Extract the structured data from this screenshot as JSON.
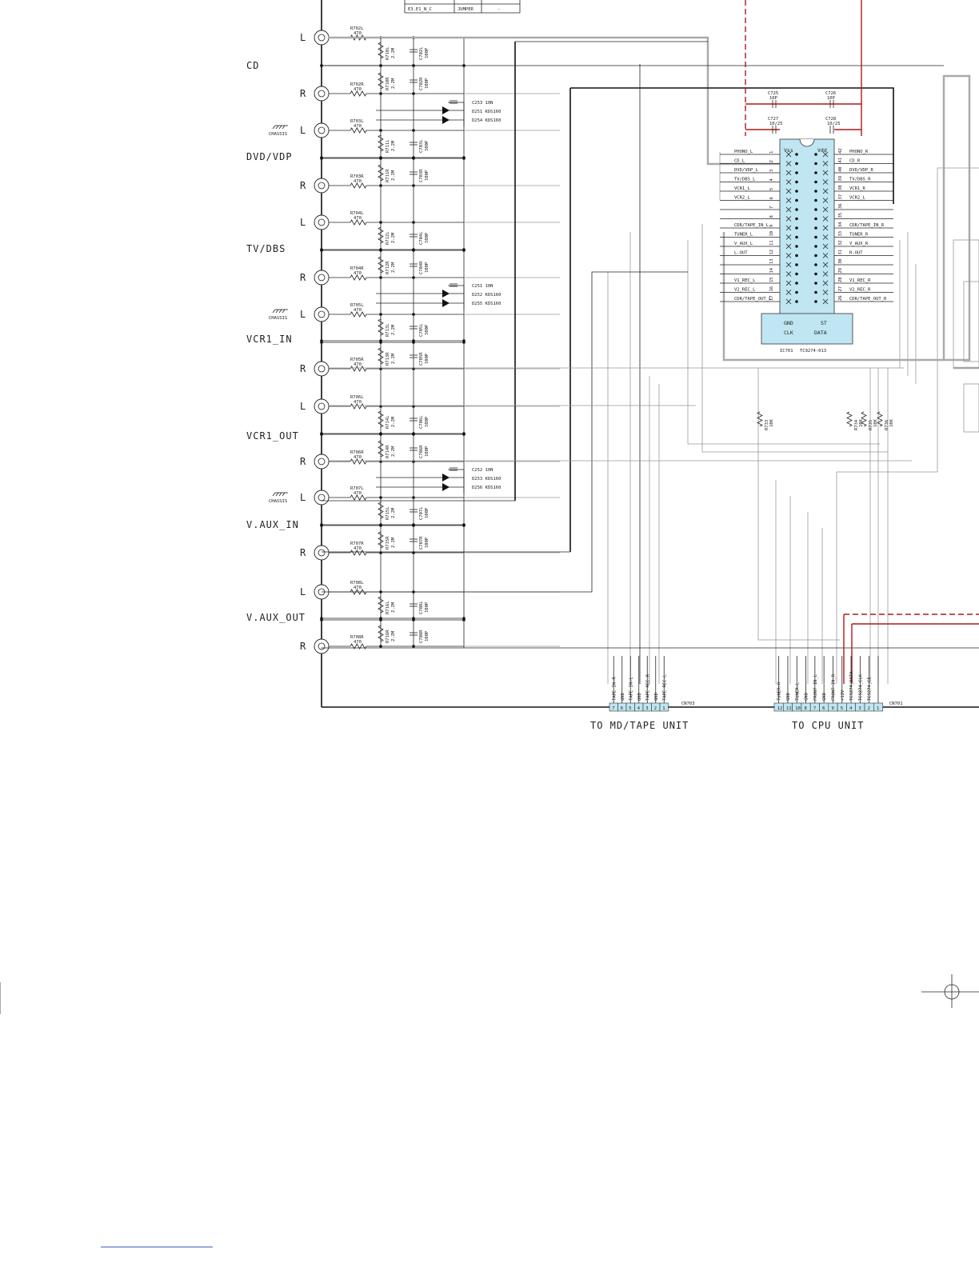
{
  "table_rows": [
    {
      "name": "E3.E1_N_C",
      "part": "JUMPER",
      "value": "-"
    }
  ],
  "input_groups": [
    {
      "label": "CD",
      "channels": [
        {
          "ch": "L",
          "r1": "R702L",
          "r1v": "470",
          "r2": "R710L",
          "r2v": "2.2M",
          "c": "C702L",
          "cv": "100P"
        },
        {
          "ch": "R",
          "r1": "R702R",
          "r1v": "470",
          "r2": "R710R",
          "r2v": "2.2M",
          "c": "C702R",
          "cv": "100P"
        }
      ]
    },
    {
      "label": "DVD/VDP",
      "channels": [
        {
          "ch": "L",
          "r1": "R703L",
          "r1v": "470",
          "r2": "R711L",
          "r2v": "2.2M",
          "c": "C703L",
          "cv": "100P"
        },
        {
          "ch": "R",
          "r1": "R703R",
          "r1v": "470",
          "r2": "R711R",
          "r2v": "2.2M",
          "c": "C703R",
          "cv": "100P"
        }
      ]
    },
    {
      "label": "TV/DBS",
      "channels": [
        {
          "ch": "L",
          "r1": "R704L",
          "r1v": "470",
          "r2": "R712L",
          "r2v": "2.2M",
          "c": "C704L",
          "cv": "100P"
        },
        {
          "ch": "R",
          "r1": "R704R",
          "r1v": "470",
          "r2": "R712R",
          "r2v": "2.2M",
          "c": "C704R",
          "cv": "100P"
        }
      ]
    },
    {
      "label": "VCR1_IN",
      "channels": [
        {
          "ch": "L",
          "r1": "R705L",
          "r1v": "470",
          "r2": "R713L",
          "r2v": "2.2M",
          "c": "C705L",
          "cv": "100P"
        },
        {
          "ch": "R",
          "r1": "R705R",
          "r1v": "470",
          "r2": "R713R",
          "r2v": "2.2M",
          "c": "C705R",
          "cv": "100P"
        }
      ]
    },
    {
      "label": "VCR1_OUT",
      "channels": [
        {
          "ch": "L",
          "r1": "R706L",
          "r1v": "470",
          "r2": "R714L",
          "r2v": "2.2M",
          "c": "C706L",
          "cv": "100P"
        },
        {
          "ch": "R",
          "r1": "R706R",
          "r1v": "470",
          "r2": "R714R",
          "r2v": "2.2M",
          "c": "C706R",
          "cv": "100P"
        }
      ]
    },
    {
      "label": "V.AUX_IN",
      "channels": [
        {
          "ch": "L",
          "r1": "R707L",
          "r1v": "470",
          "r2": "R715L",
          "r2v": "2.2M",
          "c": "C707L",
          "cv": "100P"
        },
        {
          "ch": "R",
          "r1": "R707R",
          "r1v": "470",
          "r2": "R715R",
          "r2v": "2.2M",
          "c": "C707R",
          "cv": "100P"
        }
      ]
    },
    {
      "label": "V.AUX_OUT",
      "channels": [
        {
          "ch": "L",
          "r1": "R708L",
          "r1v": "470",
          "r2": "R716L",
          "r2v": "2.2M",
          "c": "C708L",
          "cv": "100P"
        },
        {
          "ch": "R",
          "r1": "R708R",
          "r1v": "470",
          "r2": "R716R",
          "r2v": "2.2M",
          "c": "C708R",
          "cv": "100P"
        }
      ]
    }
  ],
  "chassis_label": "CHASSIS",
  "protection": [
    {
      "cap": "C253",
      "cap_v": "10N",
      "d1": "D251",
      "d2": "D254",
      "dtype": "KDS160"
    },
    {
      "cap": "C251",
      "cap_v": "10N",
      "d1": "D252",
      "d2": "D255",
      "dtype": "KDS160"
    },
    {
      "cap": "C252",
      "cap_v": "10N",
      "d1": "D253",
      "d2": "D256",
      "dtype": "KDS160"
    }
  ],
  "ic": {
    "ref": "IC701",
    "part": "TC9274-013",
    "top_left": "Vss",
    "top_right": "Vdd",
    "bottom_left_1": "GND",
    "bottom_left_2": "CLK",
    "bottom_right_1": "ST",
    "bottom_right_2": "DATA",
    "left_pins": [
      "PHONO_L",
      "CD_L",
      "DVD/VDP_L",
      "TV/DBS_L",
      "VCR1_L",
      "VCR2_L",
      "",
      "",
      "CDR/TAPE_IN_L",
      "TUNER_L",
      "V_AUX_L",
      "L-OUT",
      "",
      "",
      "V1_REC_L",
      "V2_REC_L",
      "CDR/TAPE_OUT_L"
    ],
    "right_pins": [
      "PHONO_R",
      "CD_R",
      "DVD/VDP_R",
      "TV/DBS_R",
      "VCR1_R",
      "VCR2_L",
      "",
      "",
      "CDR/TAPE_IN_R",
      "TUNER_R",
      "V_AUX_R",
      "R-OUT",
      "",
      "",
      "V1_REC_R",
      "V2_REC_R",
      "CDR/TAPE_OUT_R"
    ]
  },
  "top_caps": [
    {
      "ref": "C725",
      "val": "10P"
    },
    {
      "ref": "C726",
      "val": "10P"
    },
    {
      "ref": "C727",
      "val": "10/25"
    },
    {
      "ref": "C728",
      "val": "10/25"
    }
  ],
  "pullups": [
    {
      "ref": "R733",
      "val": "10K"
    },
    {
      "ref": "R734",
      "val": "10K"
    },
    {
      "ref": "R735",
      "val": "10K"
    },
    {
      "ref": "R736",
      "val": "10K"
    }
  ],
  "cn703": {
    "ref": "CN703",
    "pins": [
      "TAPE IN-R",
      "GND",
      "TAPE IN-L",
      "GND",
      "TAPE REC-R",
      "GND",
      "TAPE REC-L"
    ],
    "numbers": [
      "7",
      "6",
      "5",
      "4",
      "3",
      "2",
      "1"
    ],
    "caption": "TO MD/TAPE UNIT"
  },
  "cn701": {
    "ref": "CN701",
    "pins": [
      "TUNER-R",
      "GND",
      "TUNER-L",
      "GND",
      "FRONT IN_L",
      "GND",
      "FRONT IN_R",
      "+12V",
      "TC9274_DATA",
      "TC9274_CLK",
      "TC9274_CE"
    ],
    "numbers": [
      "12",
      "11",
      "10",
      "8",
      "7",
      "6",
      "9",
      "5",
      "4",
      "3",
      "2",
      "1"
    ],
    "caption": "TO CPU UNIT"
  }
}
